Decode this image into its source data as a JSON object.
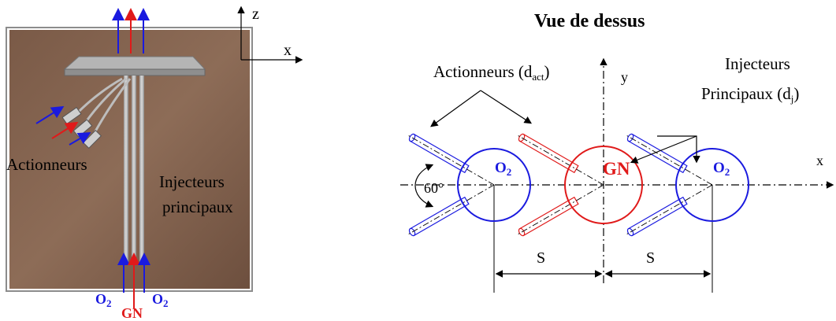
{
  "photo": {
    "label_actuators": "Actionneurs",
    "label_injectors_line1": "Injecteurs",
    "label_injectors_line2": "principaux",
    "axis_z": "z",
    "axis_x": "x",
    "bottom_left": "O",
    "bottom_center": "GN",
    "bottom_right": "O",
    "subscript_2": "2"
  },
  "top_view": {
    "title": "Vue de dessus",
    "actuators_label": "Actionneurs (d",
    "actuators_sub": "act",
    "injectors_line1": "Injecteurs",
    "injectors_line2": "Principaux (d",
    "injectors_sub": "j",
    "axis_y": "y",
    "axis_x": "x",
    "angle": "60°",
    "circle_left": "O",
    "circle_center": "GN",
    "circle_right": "O",
    "subscript_2": "2",
    "spacing_left": "S",
    "spacing_right": "S"
  },
  "colors": {
    "oxygen": "#1a1adf",
    "natural_gas": "#e01a1a",
    "frame": "#8c8c8c",
    "photo_bg": "#8a6a55"
  }
}
